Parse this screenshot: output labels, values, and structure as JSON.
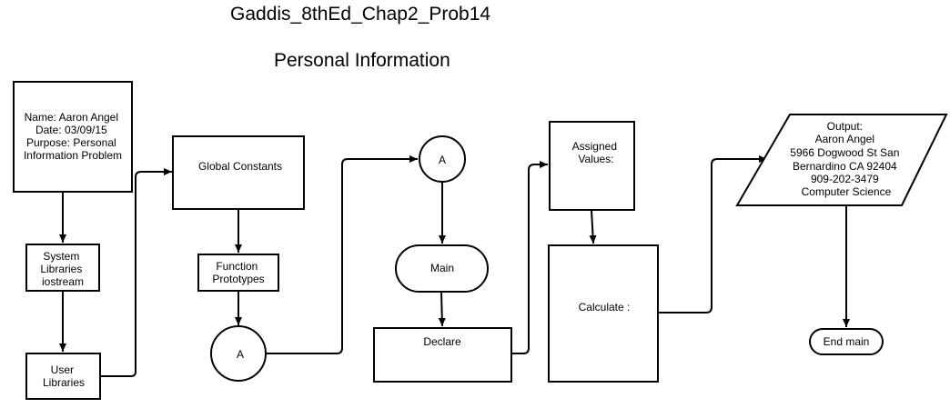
{
  "diagram": {
    "title": "Gaddis_8thEd_Chap2_Prob14",
    "subtitle": "Personal Information"
  },
  "nodes": {
    "header": {
      "lines": [
        "Name: Aaron Angel",
        "Date: 03/09/15",
        "Purpose: Personal",
        "Information Problem"
      ],
      "shape": "rectangle"
    },
    "system_libraries": {
      "lines": [
        "System",
        "Libraries",
        "iostream"
      ],
      "shape": "rectangle"
    },
    "user_libraries": {
      "lines": [
        "User",
        "Libraries"
      ],
      "shape": "rectangle"
    },
    "global_constants": {
      "lines": [
        "Global Constants"
      ],
      "shape": "rectangle"
    },
    "function_prototypes": {
      "lines": [
        "Function",
        "Prototypes"
      ],
      "shape": "rectangle"
    },
    "connector_out": {
      "lines": [
        "A"
      ],
      "shape": "circle"
    },
    "connector_in": {
      "lines": [
        "A"
      ],
      "shape": "circle"
    },
    "main": {
      "lines": [
        "Main"
      ],
      "shape": "terminal"
    },
    "declare": {
      "lines": [
        "Declare"
      ],
      "shape": "rectangle"
    },
    "assigned_values": {
      "lines": [
        "Assigned",
        "Values:"
      ],
      "shape": "rectangle"
    },
    "calculate": {
      "lines": [
        "Calculate :"
      ],
      "shape": "rectangle"
    },
    "output": {
      "lines": [
        "Output:",
        "Aaron Angel",
        "5966 Dogwood St San",
        "Bernardino CA 92404",
        "909-202-3479",
        "Computer Science"
      ],
      "shape": "parallelogram"
    },
    "end_main": {
      "lines": [
        "End main"
      ],
      "shape": "terminal"
    }
  },
  "edges": [
    {
      "from": "header",
      "to": "system_libraries"
    },
    {
      "from": "system_libraries",
      "to": "user_libraries"
    },
    {
      "from": "user_libraries",
      "to": "global_constants"
    },
    {
      "from": "global_constants",
      "to": "function_prototypes"
    },
    {
      "from": "function_prototypes",
      "to": "connector_out"
    },
    {
      "from": "connector_out",
      "to": "connector_in"
    },
    {
      "from": "connector_in",
      "to": "main"
    },
    {
      "from": "main",
      "to": "declare"
    },
    {
      "from": "declare",
      "to": "assigned_values"
    },
    {
      "from": "assigned_values",
      "to": "calculate"
    },
    {
      "from": "calculate",
      "to": "output"
    },
    {
      "from": "output",
      "to": "end_main"
    }
  ]
}
